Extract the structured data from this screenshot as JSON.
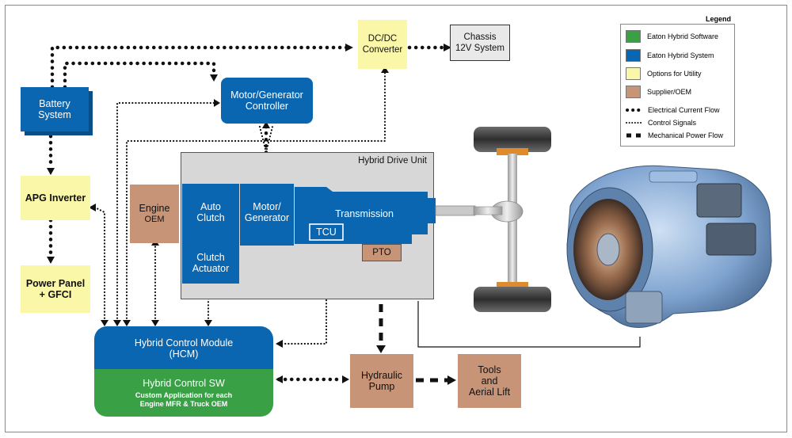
{
  "legend": {
    "title": "Legend",
    "items": [
      {
        "label": "Eaton Hybrid Software",
        "color": "#39a046"
      },
      {
        "label": "Eaton Hybrid System",
        "color": "#0a66b0"
      },
      {
        "label": "Options for Utility",
        "color": "#fbf7a8"
      },
      {
        "label": "Supplier/OEM",
        "color": "#c79478"
      }
    ],
    "lines": [
      {
        "label": "Electrical Current Flow",
        "style": "electrical-dots"
      },
      {
        "label": "Control Signals",
        "style": "control-dots"
      },
      {
        "label": "Mechanical Power Flow",
        "style": "mechanical-dashes"
      }
    ]
  },
  "nodes": {
    "battery": {
      "line1": "Battery",
      "line2": "System"
    },
    "dcdc": {
      "line1": "DC/DC",
      "line2": "Converter"
    },
    "chassis": {
      "line1": "Chassis",
      "line2": "12V System"
    },
    "mgc": {
      "line1": "Motor/Generator",
      "line2": "Controller"
    },
    "apg": {
      "line1": "APG Inverter"
    },
    "power_panel": {
      "line1": "Power Panel",
      "line2": "+ GFCI"
    },
    "engine": {
      "line1": "Engine",
      "line2": "OEM"
    },
    "hdu": {
      "title": "Hybrid Drive Unit"
    },
    "auto_clutch": {
      "line1": "Auto",
      "line2": "Clutch"
    },
    "clutch_actuator": {
      "line1": "Clutch",
      "line2": "Actuator"
    },
    "motor_gen": {
      "line1": "Motor/",
      "line2": "Generator"
    },
    "transmission": {
      "line1": "Transmission"
    },
    "tcu": {
      "line1": "TCU"
    },
    "pto": {
      "line1": "PTO"
    },
    "hcm": {
      "line1": "Hybrid Control Module",
      "line2": "(HCM)"
    },
    "hcsw": {
      "line1": "Hybrid Control SW",
      "line2": "Custom Application for each",
      "line3": "Engine MFR & Truck OEM"
    },
    "hydraulic": {
      "line1": "Hydraulic",
      "line2": "Pump"
    },
    "tools": {
      "line1": "Tools",
      "line2": "and",
      "line3": "Aerial Lift"
    }
  },
  "colors": {
    "eaton_blue": "#0a66b0",
    "eaton_green": "#39a046",
    "utility_yellow": "#fbf7a8",
    "supplier_tan": "#c79478",
    "housing_gray": "#d7d7d7"
  },
  "images": {
    "axle": "vehicle-axle-illustration",
    "hybrid_unit_photo": "hybrid-transmission-photo"
  }
}
